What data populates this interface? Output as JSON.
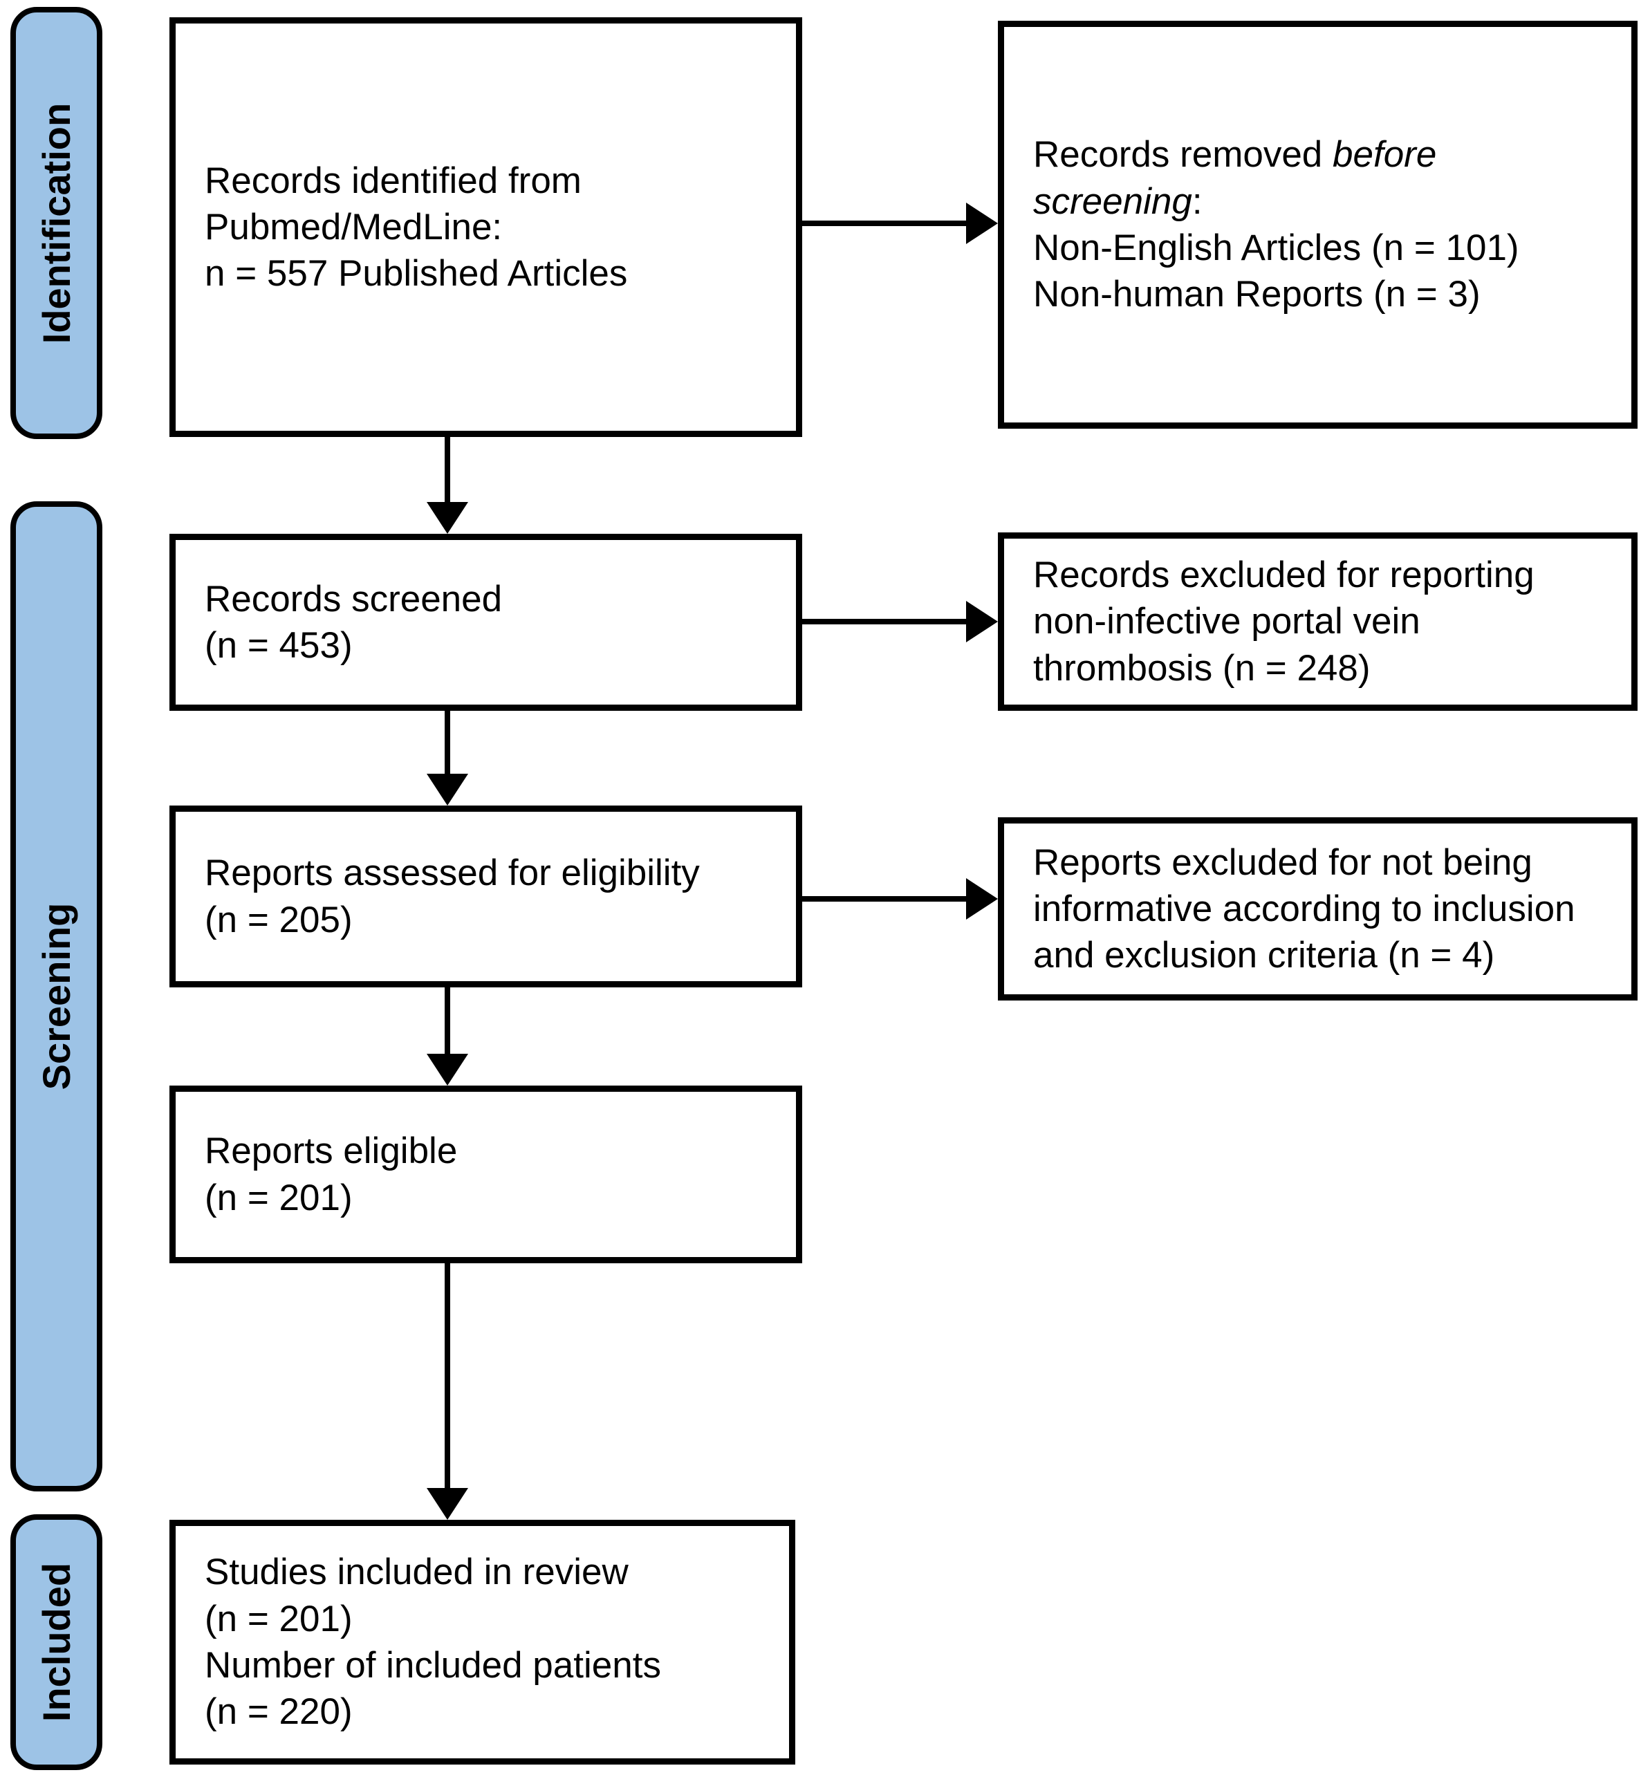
{
  "diagram": {
    "type": "prisma-flowchart",
    "colors": {
      "stage_fill": "#9DC3E6",
      "border": "#000000",
      "box_fill": "#FFFFFF"
    },
    "stage_labels": {
      "identification": "Identification",
      "screening": "Screening",
      "included": "Included"
    },
    "boxes": {
      "records_identified": {
        "line1": "Records identified from",
        "line2": "Pubmed/MedLine:",
        "line3": "n = 557 Published Articles"
      },
      "records_removed": {
        "line1_normal": "Records removed ",
        "line1_italic": "before",
        "line2_italic": "screening",
        "line2_normal": ":",
        "line3": "Non-English Articles (n = 101)",
        "line4": "Non-human Reports (n = 3)"
      },
      "records_screened": {
        "line1": "Records screened",
        "line2": "(n = 453)"
      },
      "records_excluded": {
        "line1": "Records excluded for reporting",
        "line2": "non-infective portal vein",
        "line3": "thrombosis (n = 248)"
      },
      "reports_assessed": {
        "line1": "Reports assessed for eligibility",
        "line2": "(n = 205)"
      },
      "reports_excluded": {
        "line1": "Reports excluded for not being",
        "line2": "informative according to inclusion",
        "line3": "and exclusion criteria (n = 4)"
      },
      "reports_eligible": {
        "line1": "Reports eligible",
        "line2": "(n = 201)"
      },
      "studies_included": {
        "line1": "Studies included in review",
        "line2": "(n = 201)",
        "line3": "Number of included patients",
        "line4": "(n = 220)"
      }
    }
  }
}
